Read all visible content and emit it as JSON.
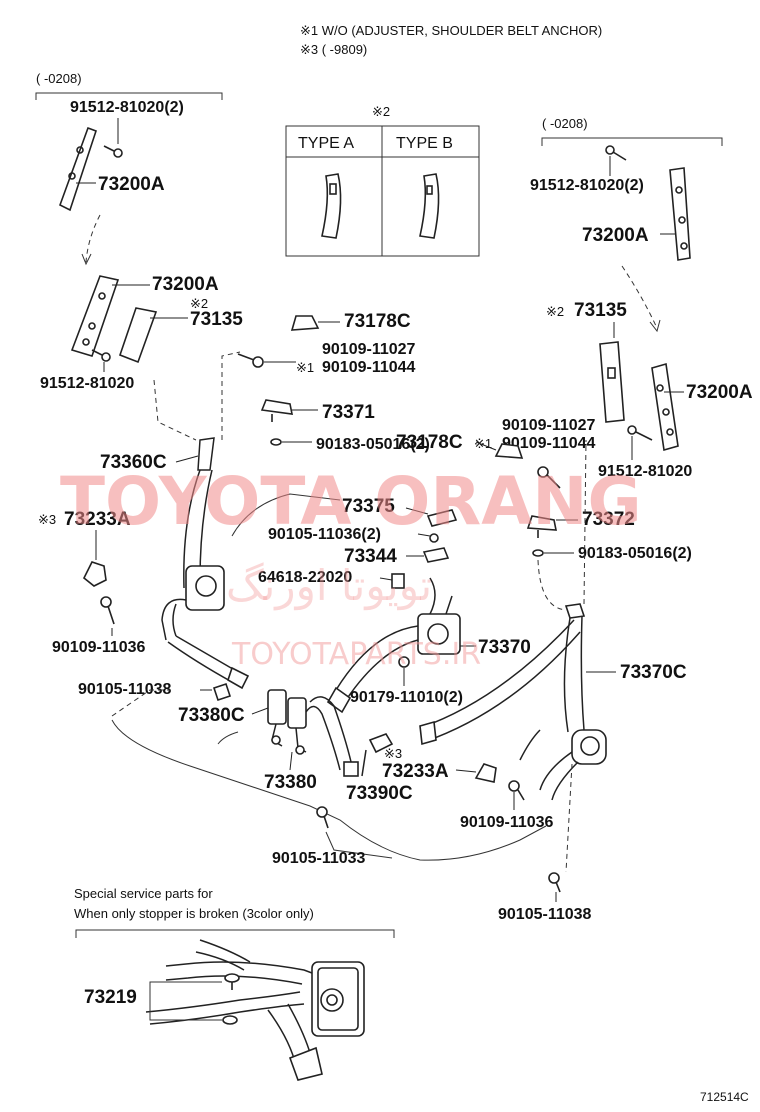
{
  "notes": {
    "note1": "※1 W/O (ADJUSTER, SHOULDER BELT ANCHOR)",
    "note3": "※3 (       -9809)",
    "left_range": "(       -0208)",
    "right_range": "(       -0208)",
    "box_ref": "※2",
    "type_a": "TYPE A",
    "type_b": "TYPE B",
    "special_line1": "Special service parts for",
    "special_line2": "When only stopper is broken (3color only)",
    "figure_id": "712514C"
  },
  "parts": {
    "p_91512_81020_2_left": "91512-81020(2)",
    "p_73200A_left_top": "73200A",
    "p_73200A_left_mid": "73200A",
    "p_ref2_left": "※2",
    "p_73135_left": "73135",
    "p_91512_81020_left": "91512-81020",
    "p_73178C_top": "73178C",
    "p_90109_11027_left": "90109-11027",
    "p_ref1_left": "※1",
    "p_90109_11044_left": "90109-11044",
    "p_73371": "73371",
    "p_90183_05016_2_left": "90183-05016(2)",
    "p_73360C": "73360C",
    "p_73375": "73375",
    "p_ref3_left": "※3",
    "p_73233A_left": "73233A",
    "p_90105_11036_2": "90105-11036(2)",
    "p_73344": "73344",
    "p_64618_22020": "64618-22020",
    "p_90109_11036_left": "90109-11036",
    "p_73370": "73370",
    "p_90105_11038_left": "90105-11038",
    "p_90179_11010_2": "90179-11010(2)",
    "p_73380C": "73380C",
    "p_73380": "73380",
    "p_ref3_mid": "※3",
    "p_73233A_mid": "73233A",
    "p_73390C": "73390C",
    "p_90109_11036_right": "90109-11036",
    "p_90105_11033": "90105-11033",
    "p_91512_81020_2_right": "91512-81020(2)",
    "p_73200A_right_top": "73200A",
    "p_ref2_right": "※2",
    "p_73135_right": "73135",
    "p_73200A_right_mid": "73200A",
    "p_90109_11027_right": "90109-11027",
    "p_ref1_right": "※1",
    "p_90109_11044_right": "90109-11044",
    "p_91512_81020_right": "91512-81020",
    "p_73178C_right": "73178C",
    "p_73372": "73372",
    "p_90183_05016_2_right": "90183-05016(2)",
    "p_73370C": "73370C",
    "p_90105_11038_right": "90105-11038",
    "p_73219": "73219"
  },
  "watermark": {
    "main": "TOYOTA ORANG",
    "persian": "تویوتا اورنگ",
    "site": "TOYOTAPARTS.IR"
  }
}
